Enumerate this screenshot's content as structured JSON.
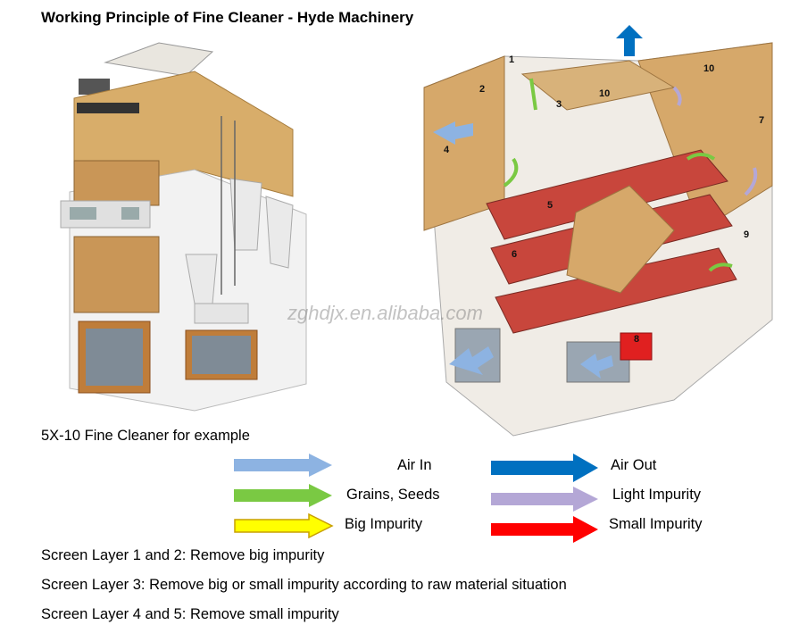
{
  "title": "Working Principle of Fine Cleaner - Hyde Machinery",
  "watermark": "zghdjx.en.alibaba.com",
  "subtitle": "5X-10 Fine Cleaner for example",
  "colors": {
    "air_in": "#8db3e2",
    "air_out": "#0070c0",
    "grains_seeds": "#7ac943",
    "light_impurity": "#b4a7d6",
    "big_impurity": "#ffff00",
    "small_impurity": "#ff0000"
  },
  "legend": [
    {
      "label": "Air In",
      "color": "#8db3e2",
      "icon": "light-blue-arrow-icon"
    },
    {
      "label": "Air Out",
      "color": "#0070c0",
      "icon": "dark-blue-arrow-icon"
    },
    {
      "label": "Grains, Seeds",
      "color": "#7ac943",
      "icon": "green-arrow-icon"
    },
    {
      "label": "Light Impurity",
      "color": "#b4a7d6",
      "icon": "lavender-arrow-icon"
    },
    {
      "label": "Big Impurity",
      "color": "#ffff00",
      "icon": "yellow-arrow-icon"
    },
    {
      "label": "Small Impurity",
      "color": "#ff0000",
      "icon": "red-arrow-icon"
    }
  ],
  "notes": [
    "Screen Layer 1 and 2: Remove big impurity",
    "Screen Layer 3: Remove big or small impurity according to raw material situation",
    "Screen Layer 4 and 5: Remove small impurity"
  ],
  "cutaway_labels": [
    "1",
    "2",
    "3",
    "4",
    "5",
    "6",
    "7",
    "8",
    "9",
    "10",
    "10"
  ]
}
